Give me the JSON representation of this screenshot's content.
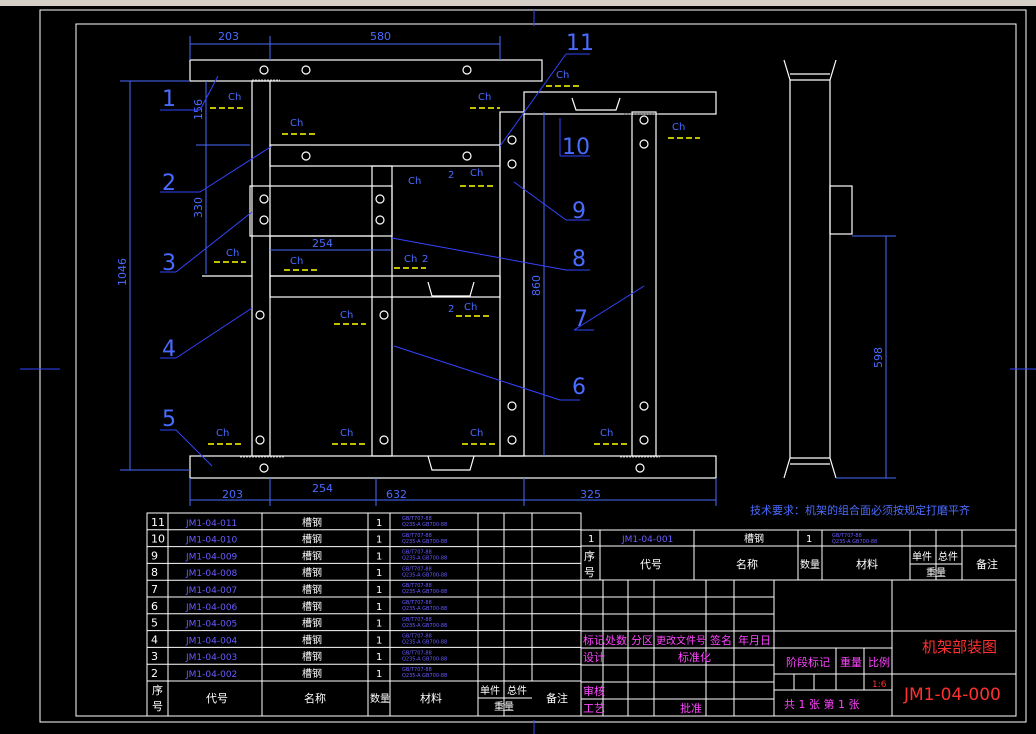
{
  "app": {
    "toolbar_hint": ""
  },
  "colors": {
    "background": "#000000",
    "frame": "#ffffff",
    "part_line": "#ffffff",
    "dim_line": "#4a6bff",
    "leader": "#3344ff",
    "weld_symbol": "#ffff00",
    "table_text": "#ffffff",
    "code_text": "#6a5cff",
    "red_text": "#ff3030",
    "magenta_text": "#ff44ff"
  },
  "dimensions": {
    "top_left": "203",
    "top_span": "580",
    "left_156": "156",
    "left_330": "330",
    "total_height": "1046",
    "inner_254_top": "254",
    "right_860": "860",
    "bottom_203": "203",
    "bottom_254": "254",
    "bottom_632": "632",
    "bottom_325": "325",
    "side_598": "598"
  },
  "balloons": [
    "1",
    "2",
    "3",
    "4",
    "5",
    "6",
    "7",
    "8",
    "9",
    "10",
    "11"
  ],
  "weld_labels": {
    "ch": "Ch",
    "two": "2"
  },
  "note": "技术要求：机架的组合面必须按规定打磨平齐",
  "parts_table": {
    "rows": [
      {
        "no": "11",
        "code": "JM1-04-011",
        "name": "槽钢",
        "qty": "1",
        "material": "GB/T707-88",
        "material2": "Q235-A GB700-88"
      },
      {
        "no": "10",
        "code": "JM1-04-010",
        "name": "槽钢",
        "qty": "1",
        "material": "GB/T707-88",
        "material2": "Q235-A GB700-88"
      },
      {
        "no": "9",
        "code": "JM1-04-009",
        "name": "槽钢",
        "qty": "1",
        "material": "GB/T707-88",
        "material2": "Q235-A GB700-88"
      },
      {
        "no": "8",
        "code": "JM1-04-008",
        "name": "槽钢",
        "qty": "1",
        "material": "GB/T707-88",
        "material2": "Q235-A GB700-88"
      },
      {
        "no": "7",
        "code": "JM1-04-007",
        "name": "槽钢",
        "qty": "1",
        "material": "GB/T707-88",
        "material2": "Q235-A GB700-88"
      },
      {
        "no": "6",
        "code": "JM1-04-006",
        "name": "槽钢",
        "qty": "1",
        "material": "GB/T707-88",
        "material2": "Q235-A GB700-88"
      },
      {
        "no": "5",
        "code": "JM1-04-005",
        "name": "槽钢",
        "qty": "1",
        "material": "GB/T707-88",
        "material2": "Q235-A GB700-88"
      },
      {
        "no": "4",
        "code": "JM1-04-004",
        "name": "槽钢",
        "qty": "1",
        "material": "GB/T707-88",
        "material2": "Q235-A GB700-88"
      },
      {
        "no": "3",
        "code": "JM1-04-003",
        "name": "槽钢",
        "qty": "1",
        "material": "GB/T707-88",
        "material2": "Q235-A GB700-88"
      },
      {
        "no": "2",
        "code": "JM1-04-002",
        "name": "槽钢",
        "qty": "1",
        "material": "GB/T707-88",
        "material2": "Q235-A GB700-88"
      }
    ],
    "right_row": {
      "no": "1",
      "code": "JM1-04-001",
      "name": "槽钢",
      "qty": "1",
      "material": "GB/T707-88",
      "material2": "Q235-A GB700-88"
    },
    "header": {
      "no": "序号",
      "no_a": "序",
      "no_b": "号",
      "code": "代号",
      "name": "名称",
      "qty": "数量",
      "material": "材料",
      "single": "单件",
      "total": "总件",
      "weight": "重量",
      "remark": "备注"
    }
  },
  "title_block": {
    "mark": "标记",
    "count": "处数",
    "zone": "分区",
    "change_doc": "更改文件号",
    "sign": "签名",
    "date": "年月日",
    "design": "设计",
    "standard": "标准化",
    "review": "审核",
    "process": "工艺",
    "approve": "批准",
    "stage": "阶段标记",
    "weight": "重量",
    "scale": "比例",
    "scale_value": "1:6",
    "sheets": "共 1 张  第 1 张",
    "drawing_name": "机架部装图",
    "drawing_no": "JM1-04-000"
  }
}
